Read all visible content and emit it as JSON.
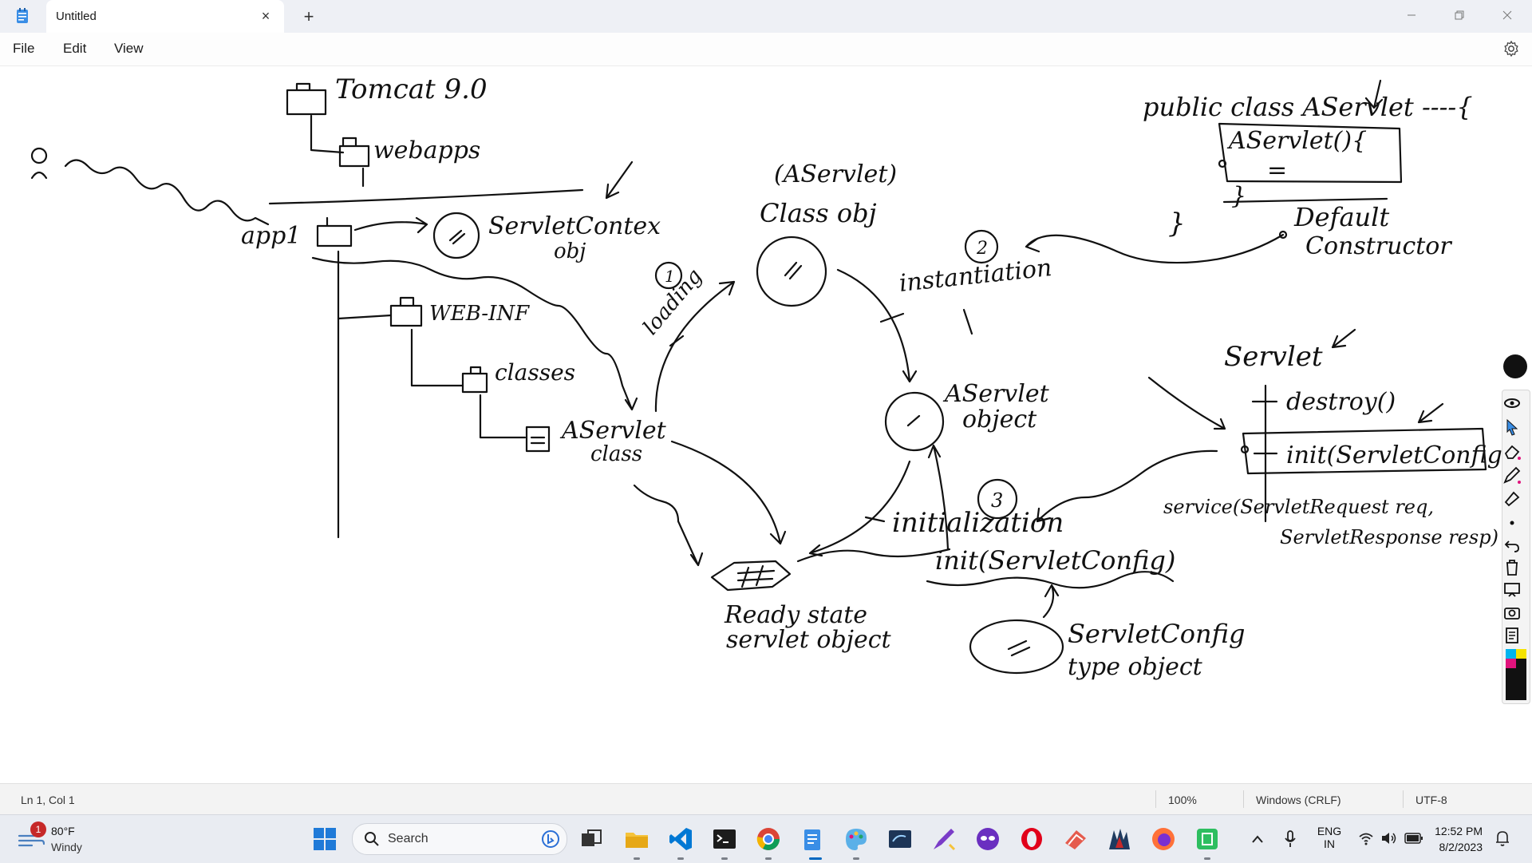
{
  "window": {
    "tab_title": "Untitled",
    "new_tab_label": "+",
    "close_tab_label": "×"
  },
  "menu": {
    "file": "File",
    "edit": "Edit",
    "view": "View"
  },
  "canvas": {
    "tomcat": "Tomcat 9.0",
    "webapps": "webapps",
    "app1": "app1",
    "servlet_context": "ServletContex",
    "servlet_context_obj": "obj",
    "web_inf": "WEB-INF",
    "classes": "classes",
    "aservlet_class_1": "AServlet",
    "aservlet_class_2": "class",
    "step1": "1",
    "loading": "loading",
    "aservlet_paren": "(AServlet)",
    "class_obj": "Class obj",
    "step2": "2",
    "instantiation": "instantiation",
    "aservlet_object_1": "AServlet",
    "aservlet_object_2": "object",
    "step3": "3",
    "initialization": "initialization",
    "init_config": "init(ServletConfig)",
    "servlet_config_1": "ServletConfig",
    "servlet_config_2": "type object",
    "ready_state_1": "Ready state",
    "ready_state_2": "servlet object",
    "public_class": "public class AServlet ----{",
    "constructor_sig": "AServlet(){",
    "constructor_body": "=",
    "constructor_close": "}",
    "default_ctor_1": "Default",
    "default_ctor_2": "Constructor",
    "stray_brace": "}",
    "servlet_title": "Servlet",
    "destroy": "destroy()",
    "init_servlet_config": "init(ServletConfig)",
    "service": "service(ServletRequest req,",
    "service_resp": "ServletResponse resp)"
  },
  "status": {
    "position": "Ln 1, Col 1",
    "zoom": "100%",
    "line_ending": "Windows (CRLF)",
    "encoding": "UTF-8"
  },
  "taskbar": {
    "weather_temp": "80°F",
    "weather_desc": "Windy",
    "weather_badge": "1",
    "search_label": "Search",
    "lang_1": "ENG",
    "lang_2": "IN",
    "time": "12:52 PM",
    "date": "8/2/2023"
  },
  "colors": {
    "accent": "#0067c0",
    "ink": "#111111",
    "titlebar": "#eef0f5",
    "taskbar": "#e9ecf2"
  },
  "icons": [
    "notepad-icon",
    "settings-icon",
    "windows-start-icon",
    "search-icon",
    "bing-icon",
    "task-view-icon",
    "file-explorer-icon",
    "vscode-icon",
    "terminal-icon",
    "chrome-icon",
    "notepad-taskbar-icon",
    "paint-icon",
    "mysql-icon",
    "pen-app-icon",
    "vpn-icon",
    "opera-icon",
    "sketch-icon",
    "game-icon",
    "firefox-icon",
    "evernote-icon",
    "chevron-up-icon",
    "mic-icon",
    "wifi-icon",
    "volume-icon",
    "battery-icon",
    "notification-icon"
  ]
}
